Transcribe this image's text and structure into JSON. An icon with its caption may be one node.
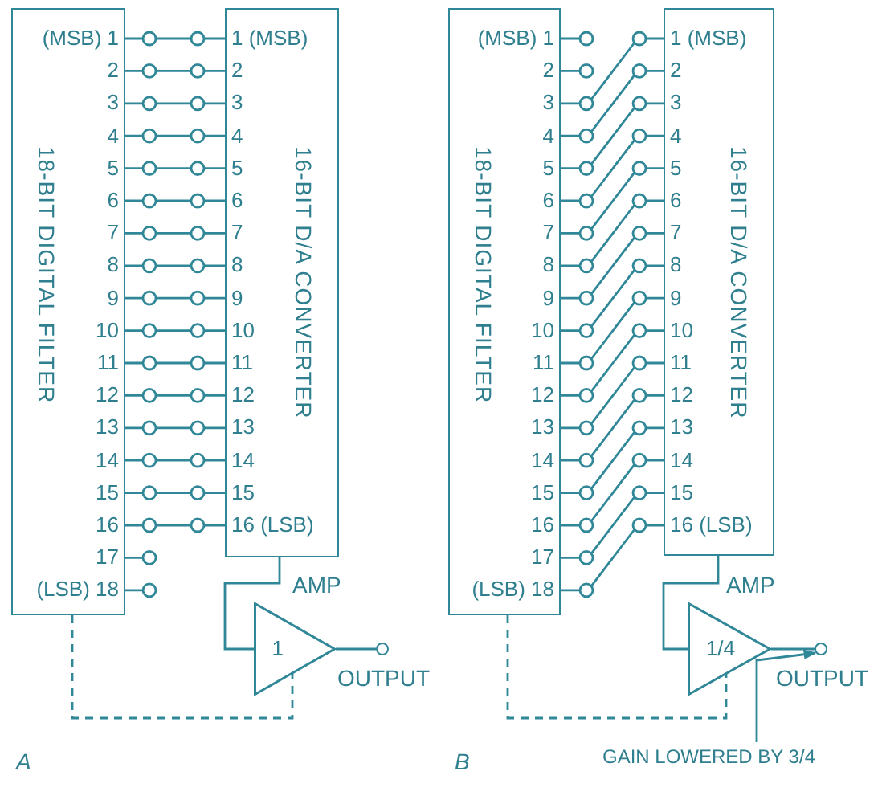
{
  "diagram": {
    "nodes": [
      {
        "text": [
          "18-BIT DIGITAL FILTER"
        ]
      },
      {
        "text": [
          "16-BIT D/A CONVERTER"
        ]
      },
      {
        "text": [
          "1"
        ],
        "beside": [
          "AMP"
        ]
      },
      {
        "text": [],
        "shape": "circle",
        "beside": [
          "OUTPUT"
        ]
      },
      {
        "text": [
          "18-BIT DIGITAL FILTER"
        ]
      },
      {
        "text": [
          "16-BIT D/A CONVERTER"
        ]
      },
      {
        "text": [
          "1/4"
        ],
        "beside": [
          "AMP"
        ]
      },
      {
        "text": [],
        "shape": "circle",
        "beside": [
          "OUTPUT"
        ]
      },
      {
        "text": [
          "GAIN LOWERED BY 3/4"
        ]
      }
    ],
    "edges": [
      {
        "from": 0,
        "to": 1,
        "arrow": "none"
      },
      {
        "from": 0,
        "to": 1,
        "arrow": "none"
      },
      {
        "from": 0,
        "to": 1,
        "arrow": "none"
      },
      {
        "from": 0,
        "to": 1,
        "arrow": "none"
      },
      {
        "from": 0,
        "to": 1,
        "arrow": "none"
      },
      {
        "from": 0,
        "to": 1,
        "arrow": "none"
      },
      {
        "from": 0,
        "to": 1,
        "arrow": "none"
      },
      {
        "from": 0,
        "to": 1,
        "arrow": "none"
      },
      {
        "from": 0,
        "to": 1,
        "arrow": "none"
      },
      {
        "from": 0,
        "to": 1,
        "arrow": "none"
      },
      {
        "from": 0,
        "to": 1,
        "arrow": "none"
      },
      {
        "from": 0,
        "to": 1,
        "arrow": "none"
      },
      {
        "from": 0,
        "to": 1,
        "arrow": "none"
      },
      {
        "from": 0,
        "to": 1,
        "arrow": "none"
      },
      {
        "from": 0,
        "to": 1,
        "arrow": "none"
      },
      {
        "from": 0,
        "to": 1,
        "arrow": "none"
      },
      {
        "from": 1,
        "to": 2,
        "arrow": "none"
      },
      {
        "from": 2,
        "to": 3,
        "arrow": "none"
      },
      {
        "from": 0,
        "to": 2,
        "arrow": "none",
        "style": "dashed"
      },
      {
        "from": 4,
        "to": 5,
        "arrow": "none"
      },
      {
        "from": 4,
        "to": 5,
        "arrow": "none"
      },
      {
        "from": 4,
        "to": 5,
        "arrow": "none"
      },
      {
        "from": 4,
        "to": 5,
        "arrow": "none"
      },
      {
        "from": 4,
        "to": 5,
        "arrow": "none"
      },
      {
        "from": 4,
        "to": 5,
        "arrow": "none"
      },
      {
        "from": 4,
        "to": 5,
        "arrow": "none"
      },
      {
        "from": 4,
        "to": 5,
        "arrow": "none"
      },
      {
        "from": 4,
        "to": 5,
        "arrow": "none"
      },
      {
        "from": 4,
        "to": 5,
        "arrow": "none"
      },
      {
        "from": 4,
        "to": 5,
        "arrow": "none"
      },
      {
        "from": 4,
        "to": 5,
        "arrow": "none"
      },
      {
        "from": 4,
        "to": 5,
        "arrow": "none"
      },
      {
        "from": 4,
        "to": 5,
        "arrow": "none"
      },
      {
        "from": 4,
        "to": 5,
        "arrow": "none"
      },
      {
        "from": 4,
        "to": 5,
        "arrow": "none"
      },
      {
        "from": 5,
        "to": 6,
        "arrow": "none"
      },
      {
        "from": 6,
        "to": 7,
        "arrow": "none"
      },
      {
        "from": 4,
        "to": 6,
        "arrow": "none",
        "style": "dashed"
      },
      {
        "from": 8,
        "to": 7,
        "arrow": "to"
      }
    ],
    "labels": [
      "(MSB) 1",
      "1 (MSB)",
      "2",
      "2",
      "3",
      "3",
      "4",
      "4",
      "5",
      "5",
      "6",
      "6",
      "7",
      "7",
      "8",
      "8",
      "9",
      "9",
      "10",
      "10",
      "11",
      "11",
      "12",
      "12",
      "13",
      "13",
      "14",
      "14",
      "15",
      "15",
      "16",
      "16 (LSB)",
      "17",
      "(LSB) 18",
      "A",
      "(MSB) 1",
      "1 (MSB)",
      "2",
      "2",
      "3",
      "3",
      "4",
      "4",
      "5",
      "5",
      "6",
      "6",
      "7",
      "7",
      "8",
      "8",
      "9",
      "9",
      "10",
      "10",
      "11",
      "11",
      "12",
      "12",
      "13",
      "13",
      "14",
      "14",
      "15",
      "15",
      "16",
      "16 (LSB)",
      "17",
      "(LSB) 18",
      "B"
    ]
  }
}
